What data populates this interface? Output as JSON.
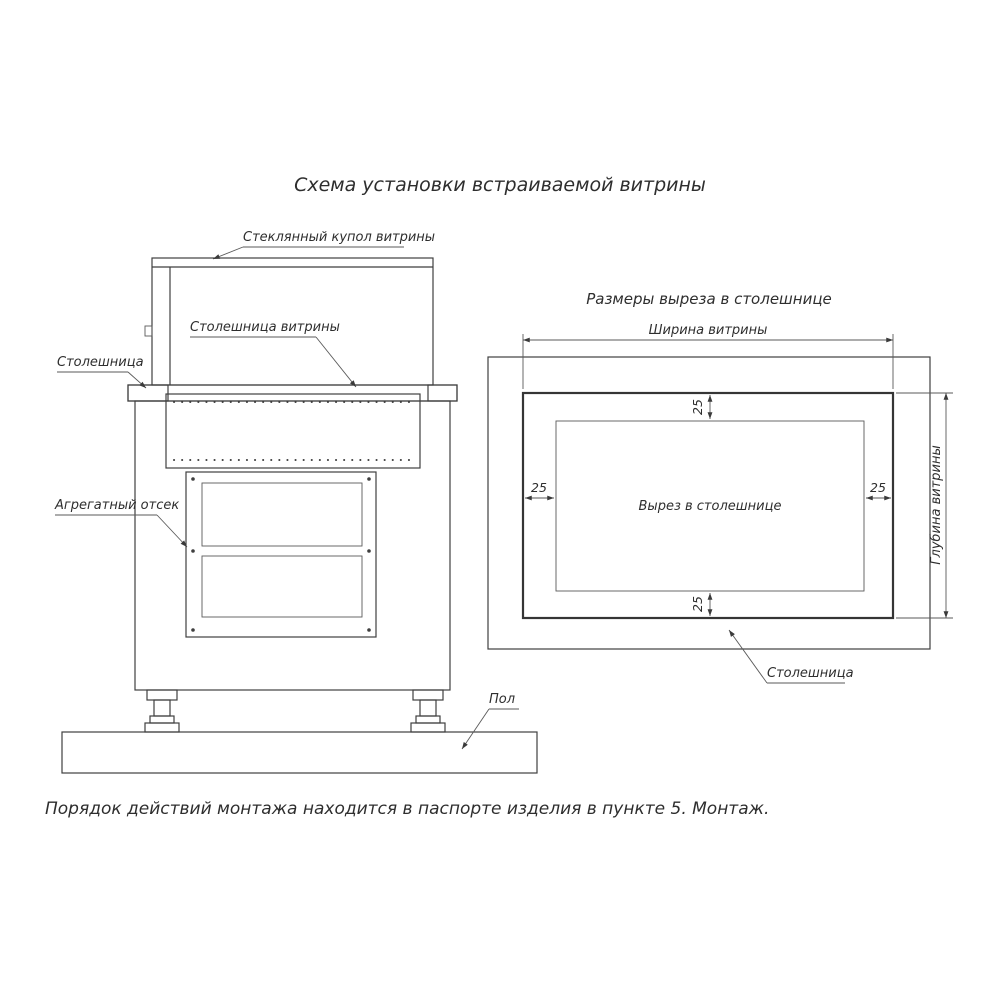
{
  "colors": {
    "line": "#3f3f3f",
    "text": "#2e2e2e",
    "background": "#ffffff"
  },
  "title": "Схема установки встраиваемой витрины",
  "footer": "Порядок действий монтажа находится в паспорте изделия в пункте 5. Монтаж.",
  "left_view": {
    "glass_dome_label": "Стеклянный купол витрины",
    "showcase_top_label": "Столешница витрины",
    "countertop_label": "Столешница",
    "unit_bay_label": "Агрегатный отсек",
    "floor_label": "Пол"
  },
  "right_view": {
    "section_title": "Размеры выреза в столешнице",
    "width_label": "Ширина витрины",
    "depth_label": "Глубина витрины",
    "cutout_label": "Вырез в столешнице",
    "countertop_label": "Столешница",
    "offset_top": "25",
    "offset_bottom": "25",
    "offset_left": "25",
    "offset_right": "25"
  }
}
